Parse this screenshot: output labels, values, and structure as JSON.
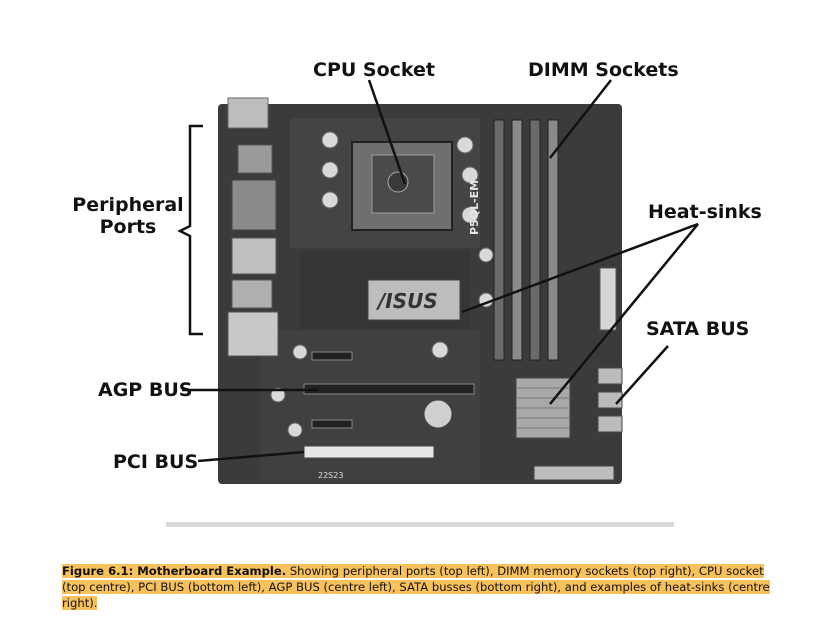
{
  "labels": {
    "cpu_socket": "CPU Socket",
    "dimm_sockets": "DIMM Sockets",
    "peripheral_line1": "Peripheral",
    "peripheral_line2": "Ports",
    "heat_sinks": "Heat-sinks",
    "sata_bus": "SATA BUS",
    "agp_bus": "AGP BUS",
    "pci_bus": "PCI BUS"
  },
  "board": {
    "brand": "/ISUS",
    "model": "P5QL-EM",
    "small_text": "22S23"
  },
  "caption": {
    "title": "Figure 6.1: Motherboard Example.",
    "body": " Showing peripheral ports (top left), DIMM memory sockets (top right), CPU socket (top centre), PCI BUS (bottom left), AGP BUS (centre left), SATA busses (bottom right), and examples of heat-sinks (centre right)."
  },
  "colors": {
    "highlight": "#f7c25c",
    "pcb": "#3a3a3a"
  }
}
